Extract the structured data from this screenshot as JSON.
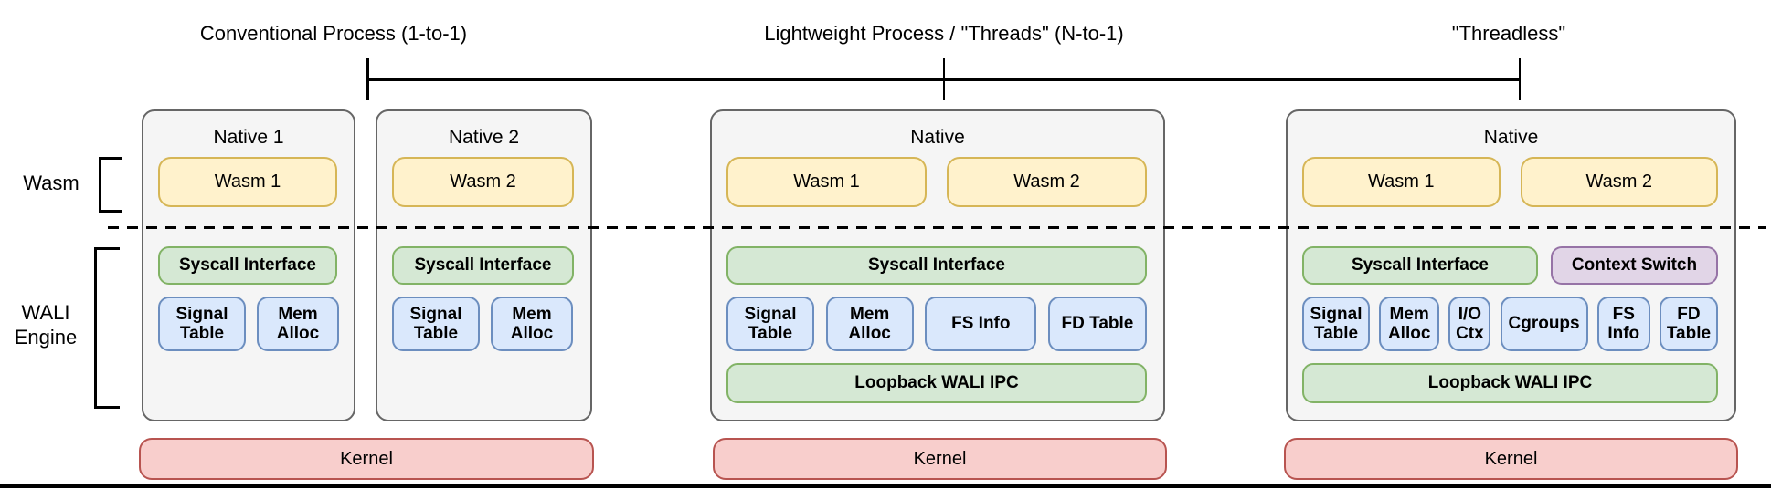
{
  "header": {
    "labels": [
      "Conventional Process (1-to-1)",
      "Lightweight Process / \"Threads\" (N-to-1)",
      "\"Threadless\""
    ]
  },
  "side": {
    "wasm": "Wasm",
    "wali": "WALI",
    "engine": "Engine"
  },
  "natives": [
    {
      "title": "Native 1",
      "wasm": [
        "Wasm 1"
      ],
      "syscall": "Syscall Interface",
      "row": [
        "Signal Table",
        "Mem Alloc"
      ]
    },
    {
      "title": "Native 2",
      "wasm": [
        "Wasm 2"
      ],
      "syscall": "Syscall Interface",
      "row": [
        "Signal Table",
        "Mem Alloc"
      ]
    },
    {
      "title": "Native",
      "wasm": [
        "Wasm 1",
        "Wasm 2"
      ],
      "syscall": "Syscall Interface",
      "row": [
        "Signal Table",
        "Mem Alloc",
        "FS Info",
        "FD Table"
      ],
      "loopback": "Loopback WALI IPC"
    },
    {
      "title": "Native",
      "wasm": [
        "Wasm 1",
        "Wasm 2"
      ],
      "syscall": "Syscall Interface",
      "context_switch": "Context Switch",
      "row": [
        "Signal Table",
        "Mem Alloc",
        "I/O Ctx",
        "Cgroups",
        "FS Info",
        "FD Table"
      ],
      "loopback": "Loopback WALI IPC"
    }
  ],
  "kernels": [
    "Kernel",
    "Kernel",
    "Kernel"
  ],
  "colors": {
    "yellow_fill": "#FFF2CC",
    "yellow_stroke": "#D6B656",
    "green_fill": "#D5E8D4",
    "green_stroke": "#82B366",
    "blue_fill": "#DAE8FC",
    "blue_stroke": "#6C8EBF",
    "purple_fill": "#E1D5E7",
    "purple_stroke": "#9673A6",
    "red_fill": "#F8CECC",
    "red_stroke": "#B85450",
    "container_fill": "#F5F5F5",
    "container_stroke": "#666666",
    "line_color": "#000000"
  }
}
